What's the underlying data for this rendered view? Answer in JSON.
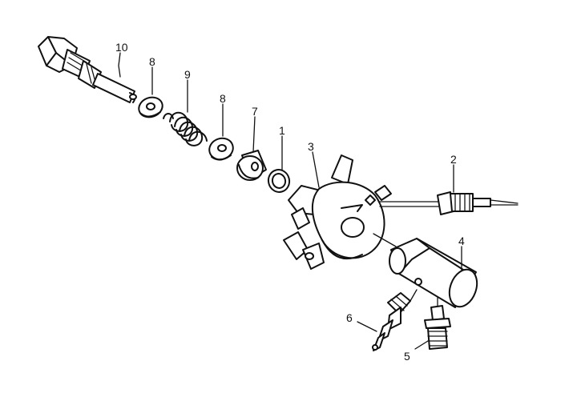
{
  "callouts": {
    "c1": "1",
    "c2": "2",
    "c3": "3",
    "c4": "4",
    "c5": "5",
    "c6": "6",
    "c7": "7",
    "c8a": "8",
    "c8b": "8",
    "c9": "9",
    "c10": "10"
  },
  "colors": {
    "ink": "#111111",
    "paper": "#ffffff"
  }
}
